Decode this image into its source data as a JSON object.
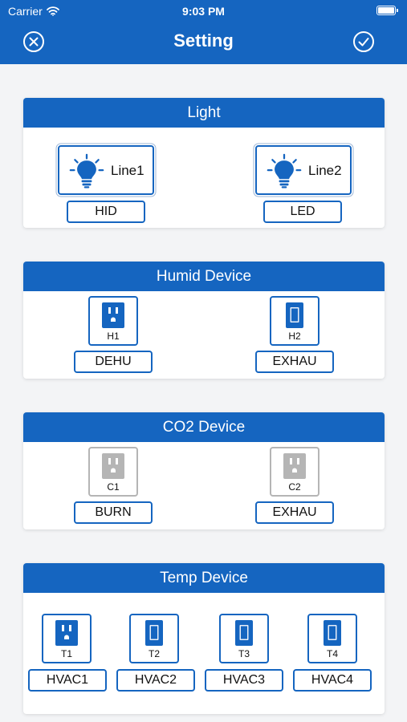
{
  "status": {
    "carrier": "Carrier",
    "time": "9:03 PM"
  },
  "header": {
    "title": "Setting",
    "close_icon": "close-circle-icon",
    "confirm_icon": "check-circle-icon"
  },
  "colors": {
    "primary": "#1565c0",
    "inactive": "#b5b5b5",
    "background": "#f3f4f6"
  },
  "light": {
    "title": "Light",
    "items": [
      {
        "line": "Line1",
        "type": "HID",
        "icon": "bulb-icon"
      },
      {
        "line": "Line2",
        "type": "LED",
        "icon": "bulb-icon"
      }
    ]
  },
  "humid": {
    "title": "Humid Device",
    "items": [
      {
        "code": "H1",
        "label": "DEHU",
        "icon": "outlet-icon",
        "active": true
      },
      {
        "code": "H2",
        "label": "EXHAU",
        "icon": "switch-icon",
        "active": true
      }
    ]
  },
  "co2": {
    "title": "CO2 Device",
    "items": [
      {
        "code": "C1",
        "label": "BURN",
        "icon": "outlet-icon",
        "active": false
      },
      {
        "code": "C2",
        "label": "EXHAU",
        "icon": "outlet-icon",
        "active": false
      }
    ]
  },
  "temp": {
    "title": "Temp Device",
    "items": [
      {
        "code": "T1",
        "label": "HVAC1",
        "icon": "outlet-icon",
        "active": true
      },
      {
        "code": "T2",
        "label": "HVAC2",
        "icon": "switch-icon",
        "active": true
      },
      {
        "code": "T3",
        "label": "HVAC3",
        "icon": "switch-icon",
        "active": true
      },
      {
        "code": "T4",
        "label": "HVAC4",
        "icon": "switch-icon",
        "active": true
      }
    ]
  }
}
